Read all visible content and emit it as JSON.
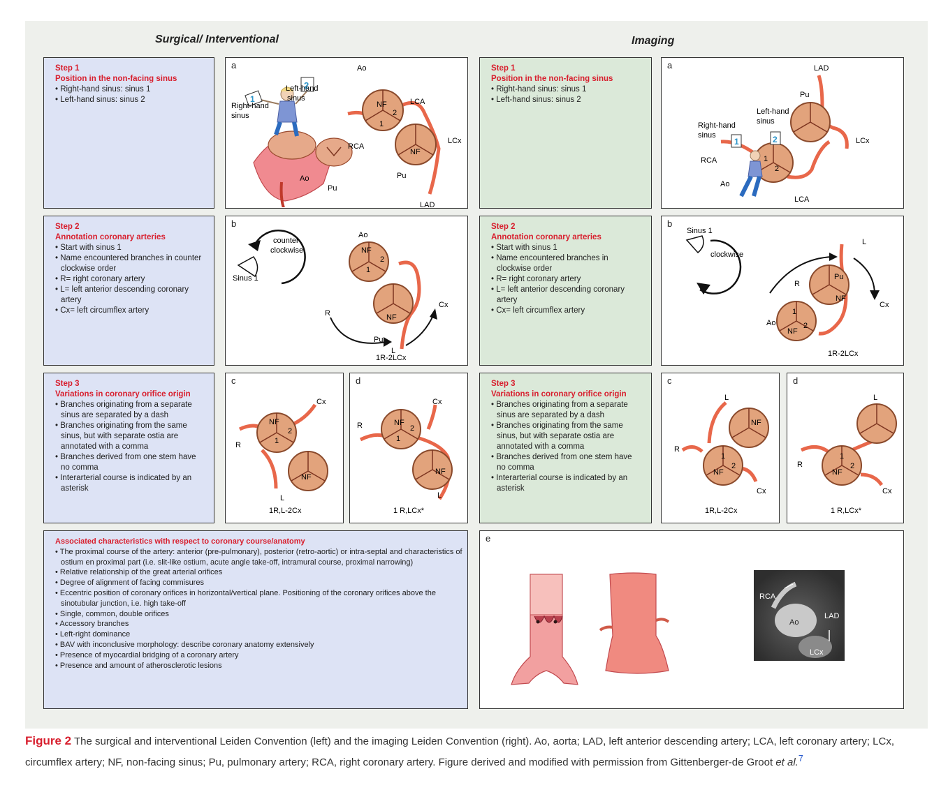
{
  "headings": {
    "left": "Surgical/ Interventional",
    "right": "Imaging"
  },
  "colors": {
    "step_red": "#d81f2e",
    "surgical_bg": "#dde3f5",
    "imaging_bg": "#dbe9d9",
    "artery": "#e8674a",
    "valve": "#e2a37c"
  },
  "surgical": {
    "step1": {
      "num": "Step 1",
      "title": "Position in the non-facing sinus",
      "items": [
        "Right-hand sinus: sinus 1",
        "Left-hand sinus: sinus 2"
      ]
    },
    "step2": {
      "num": "Step 2",
      "title": "Annotation coronary arteries",
      "items": [
        "Start with sinus 1",
        "Name encountered branches in counter clockwise order",
        "R= right coronary artery",
        "L= left anterior descending coronary artery",
        "Cx= left circumflex artery"
      ]
    },
    "step3": {
      "num": "Step 3",
      "title": "Variations in coronary orifice origin",
      "items": [
        "Branches originating from a separate sinus are separated by a dash",
        "Branches originating from the same sinus, but with separate ostia are annotated with a comma",
        "Branches derived from one stem have no comma",
        "Interarterial course is indicated by an asterisk"
      ]
    }
  },
  "imaging": {
    "step1": {
      "num": "Step 1",
      "title": "Position in the non-facing sinus",
      "items": [
        "Right-hand sinus: sinus 1",
        "Left-hand sinus: sinus 2"
      ]
    },
    "step2": {
      "num": "Step 2",
      "title": "Annotation coronary arteries",
      "items": [
        "Start with sinus 1",
        "Name encountered branches in clockwise order",
        "R= right coronary artery",
        "L= left anterior descending coronary artery",
        "Cx= left circumflex artery"
      ]
    },
    "step3": {
      "num": "Step 3",
      "title": "Variations in coronary orifice origin",
      "items": [
        "Branches originating from a separate sinus are separated by a dash",
        "Branches originating from the same sinus, but with separate ostia are annotated with a comma",
        "Branches derived from one stem have no comma",
        "Interarterial course is indicated by an asterisk"
      ]
    }
  },
  "associated": {
    "title": "Associated characteristics with respect to coronary course/anatomy",
    "items": [
      "The proximal course of the artery: anterior (pre-pulmonary), posterior (retro-aortic) or intra-septal and characteristics of ostium en proximal part (i.e. slit-like ostium, acute angle take-off, intramural course,  proximal narrowing)",
      "Relative relationship of the great arterial orifices",
      "Degree of alignment of facing commisures",
      "Eccentric position of coronary orifices in horizontal/vertical plane. Positioning of the coronary orifices above the sinotubular junction, i.e. high take-off",
      "Single, common, double orifices",
      "Accessory branches",
      "Left-right dominance",
      "BAV with inconclusive morphology: describe coronary anatomy extensively",
      "Presence of myocardial bridging of a coronary artery",
      "Presence and amount of atherosclerotic lesions"
    ]
  },
  "panels": {
    "a": "a",
    "b": "b",
    "c": "c",
    "d": "d",
    "e": "e",
    "right_hand_sinus": "Right-hand sinus",
    "left_hand_sinus": "Left-hand sinus",
    "ao": "Ao",
    "pu": "Pu",
    "nf": "NF",
    "lca": "LCA",
    "rca": "RCA",
    "lcx": "LCx",
    "lad": "LAD",
    "r": "R",
    "l": "L",
    "cx": "Cx",
    "one": "1",
    "two": "2",
    "counter_clockwise": "counter clockwise",
    "clockwise": "clockwise",
    "sinus1": "Sinus 1",
    "code_b": "1R-2LCx",
    "code_c": "1R,L-2Cx",
    "code_d": "1 R,LCx*"
  },
  "caption": {
    "figno": "Figure 2",
    "text": " The surgical and interventional Leiden Convention (left) and the imaging Leiden Convention (right). Ao, aorta; LAD, left anterior descending artery; LCA, left coronary artery; LCx, circumflex artery; NF, non-facing sinus; Pu, pulmonary artery; RCA, right coronary artery. Figure derived and modified with permission from Gittenberger-de Groot ",
    "etal": "et al.",
    "ref": "7"
  }
}
